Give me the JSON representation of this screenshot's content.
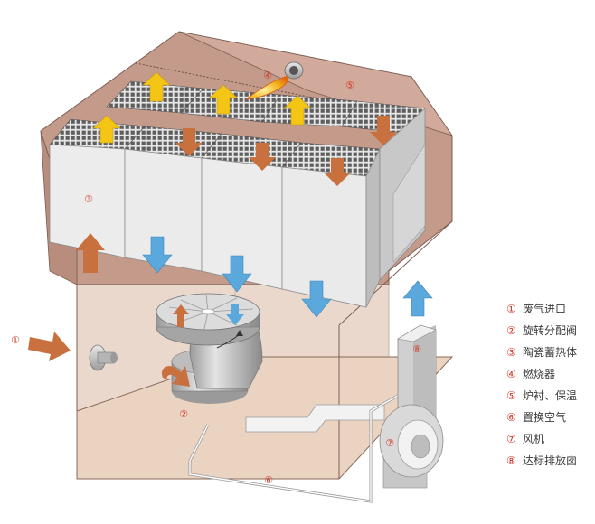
{
  "callouts": {
    "c1": "①",
    "c2": "②",
    "c3": "③",
    "c4": "④",
    "c5": "⑤",
    "c6": "⑥",
    "c7": "⑦",
    "c8": "⑧"
  },
  "legend": [
    {
      "marker": "①",
      "label": "废气进口"
    },
    {
      "marker": "②",
      "label": "旋转分配阀"
    },
    {
      "marker": "③",
      "label": "陶瓷蓄热体"
    },
    {
      "marker": "④",
      "label": "燃烧器"
    },
    {
      "marker": "⑤",
      "label": "炉衬、保温"
    },
    {
      "marker": "⑥",
      "label": "置换空气"
    },
    {
      "marker": "⑦",
      "label": "风机"
    },
    {
      "marker": "⑧",
      "label": "达标排放囱"
    }
  ],
  "colors": {
    "chamber": "#c49a8a",
    "floor": "#ead3c0",
    "block_face": "#e9e9e9",
    "honeycomb": "#6f6f6f",
    "arrow_up_yellow": "#f4c515",
    "arrow_down_brown": "#c8713e",
    "arrow_blue": "#5aa8dc",
    "callout": "#d23a2a"
  }
}
